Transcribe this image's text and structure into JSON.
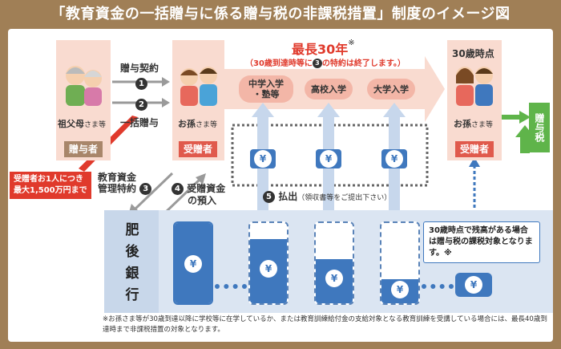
{
  "title": "「教育資金の一括贈与に係る贈与税の非課税措置」制度のイメージ図",
  "top_arrow": {
    "label": "最長30年",
    "asterisk": "※",
    "note_before": "（30歳到達時等に",
    "note_num": "3",
    "note_after": "の特約は終了します。）"
  },
  "stages": [
    "中学入学\n・塾等",
    "高校入学",
    "大学入学"
  ],
  "giver": {
    "name": "祖父母",
    "suffix": "さま等",
    "badge": "贈与者"
  },
  "receiver": {
    "name": "お孫",
    "suffix": "さま等",
    "badge": "受贈者"
  },
  "receiver30": {
    "heading": "30歳時点",
    "name": "お孫",
    "suffix": "さま等",
    "badge": "受贈者"
  },
  "step1": {
    "num": "1",
    "label": "贈与契約"
  },
  "step2": {
    "num": "2",
    "label": "一括贈与"
  },
  "limit_box": {
    "line1": "受贈者お1人につき",
    "line2": "最大1,500万円まで"
  },
  "step3": {
    "line1": "教育資金",
    "line2": "管理特約",
    "num": "3"
  },
  "step4": {
    "num": "4",
    "line1": "受贈資金",
    "line2": "の預入"
  },
  "step5": {
    "num": "5",
    "label": "払出",
    "sub": "（領収書等をご提出下さい）"
  },
  "bank": {
    "chars": [
      "肥",
      "後",
      "銀",
      "行"
    ]
  },
  "yen": "¥",
  "gift_tax": "贈与税",
  "balance_note": "30歳時点で残高がある場合は贈与税の課税対象となります。※",
  "footnote": "※お孫さま等が30歳到達以降に学校等に在学しているか、または教育訓練給付金の支給対象となる教育訓練を受講している場合には、最長40歳到達時まで非課税措置の対象となります。",
  "colors": {
    "frame": "#a07f56",
    "blue": "#3f78be",
    "pink": "#f9dbd0",
    "red": "#e03a2c",
    "green": "#5fb44a"
  }
}
